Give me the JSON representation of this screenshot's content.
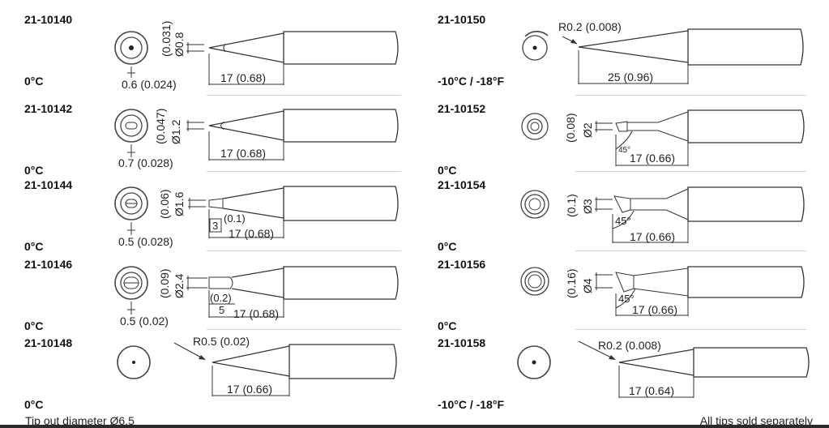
{
  "tips": [
    {
      "part": "21-10140",
      "temp": "0°C",
      "dia": "Ø0.8",
      "dia_in": "(0.031)",
      "width": "0.6 (0.024)",
      "length": "17 (0.68)",
      "type": "conical"
    },
    {
      "part": "21-10150",
      "temp": "-10°C / -18°F",
      "radius": "R0.2 (0.008)",
      "length": "25 (0.96)",
      "type": "needle"
    },
    {
      "part": "21-10142",
      "temp": "0°C",
      "dia": "Ø1.2",
      "dia_in": "(0.047)",
      "width": "0.7 (0.028)",
      "length": "17 (0.68)",
      "type": "conical"
    },
    {
      "part": "21-10152",
      "temp": "0°C",
      "dia": "Ø2",
      "dia_in": "(0.08)",
      "angle": "45°",
      "length": "17 (0.66)",
      "type": "bevel"
    },
    {
      "part": "21-10144",
      "temp": "0°C",
      "dia": "Ø1.6",
      "dia_in": "(0.06)",
      "width": "0.5 (0.028)",
      "length": "17 (0.68)",
      "flat": "3",
      "flat_in": "(0.1)",
      "type": "chisel"
    },
    {
      "part": "21-10154",
      "temp": "0°C",
      "dia": "Ø3",
      "dia_in": "(0.1)",
      "angle": "45°",
      "length": "17 (0.66)",
      "type": "bevel"
    },
    {
      "part": "21-10146",
      "temp": "0°C",
      "dia": "Ø2.4",
      "dia_in": "(0.09)",
      "width": "0.5 (0.02)",
      "length": "17 (0.68)",
      "flat": "5",
      "flat_in": "(0.2)",
      "type": "chisel"
    },
    {
      "part": "21-10156",
      "temp": "0°C",
      "dia": "Ø4",
      "dia_in": "(0.16)",
      "angle": "45°",
      "length": "17 (0.66)",
      "type": "bevel"
    },
    {
      "part": "21-10148",
      "temp": "0°C",
      "radius": "R0.5 (0.02)",
      "length": "17 (0.66)",
      "type": "conical-point"
    },
    {
      "part": "21-10158",
      "temp": "-10°C / -18°F",
      "radius": "R0.2 (0.008)",
      "length": "17 (0.64)",
      "type": "conical-point"
    }
  ],
  "footer": {
    "left": "Tip out diameter Ø6.5",
    "right": "All tips sold separately"
  }
}
